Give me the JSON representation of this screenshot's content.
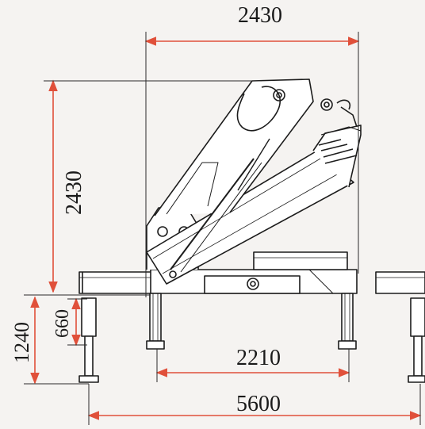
{
  "dimensions": {
    "top_width": "2430",
    "crane_height": "2430",
    "leg_extension": "660",
    "total_leg_height": "1240",
    "inner_leg_spread": "2210",
    "outer_leg_spread": "5600"
  },
  "colors": {
    "dimension_line": "#e0503a",
    "outline": "#1c1c1c",
    "background": "#f5f3f1"
  }
}
